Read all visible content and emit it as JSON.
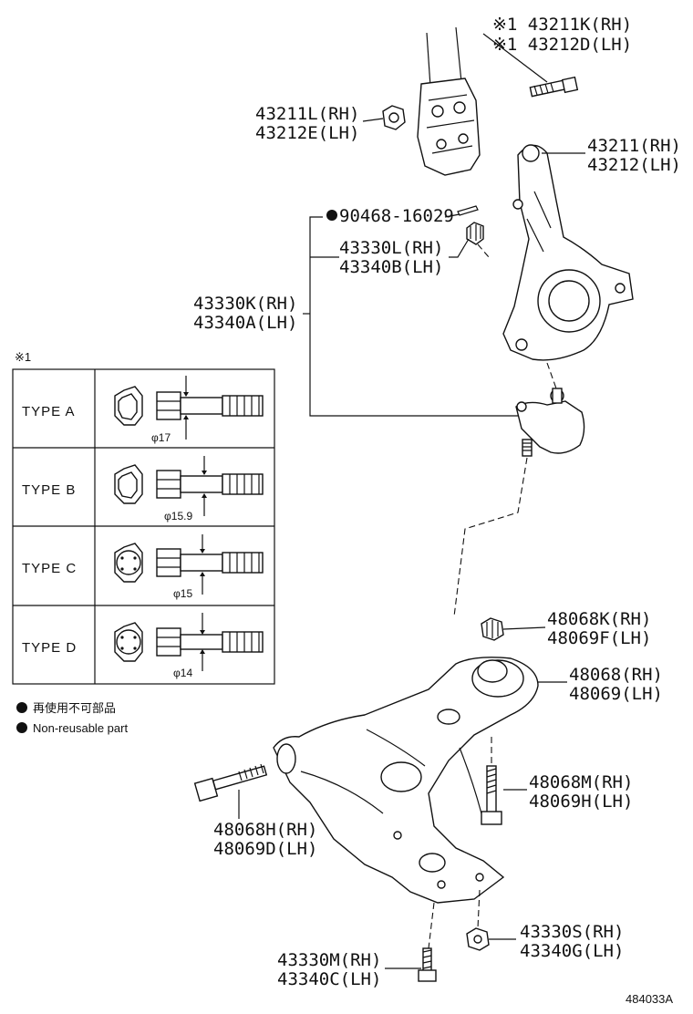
{
  "labels": {
    "bolt_43211k": "※1 43211K(RH)",
    "bolt_43212d": "※1 43212D(LH)",
    "nut_43211l": "43211L(RH)",
    "nut_43212e": "43212E(LH)",
    "knuckle_rh": "43211(RH)",
    "knuckle_lh": "43212(LH)",
    "pin": "90468-16029",
    "nut_43330l": "43330L(RH)",
    "nut_43340b": "43340B(LH)",
    "joint_rh": "43330K(RH)",
    "joint_lh": "43340A(LH)",
    "nut_48068k": "48068K(RH)",
    "nut_48069f": "48069F(LH)",
    "arm_rh": "48068(RH)",
    "arm_lh": "48069(LH)",
    "bolt_48068m": "48068M(RH)",
    "bolt_48069h": "48069H(LH)",
    "bolt_48068h": "48068H(RH)",
    "bolt_48069d": "48069D(LH)",
    "nut_43330s": "43330S(RH)",
    "nut_43340g": "43340G(LH)",
    "bolt_43330m": "43330M(RH)",
    "bolt_43340c": "43340C(LH)"
  },
  "table": {
    "marker": "※1",
    "types": [
      {
        "label": "TYPE  A",
        "dim": "φ17"
      },
      {
        "label": "TYPE  B",
        "dim": "φ15.9"
      },
      {
        "label": "TYPE  C",
        "dim": "φ15"
      },
      {
        "label": "TYPE  D",
        "dim": "φ14"
      }
    ]
  },
  "legend": {
    "jp": "再使用不可部品",
    "en": "Non-reusable part"
  },
  "figure_number": "484033A"
}
